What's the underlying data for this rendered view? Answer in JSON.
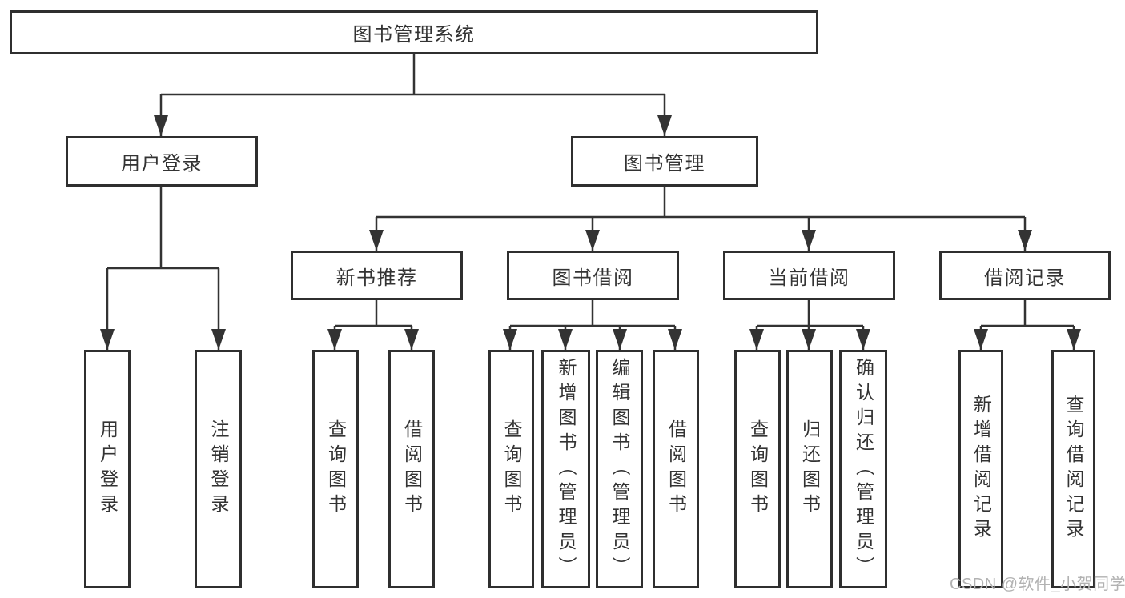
{
  "diagram": {
    "nodes": {
      "root": "图书管理系统",
      "user_login": "用户登录",
      "book_mgmt": "图书管理",
      "new_book_rec": "新书推荐",
      "book_borrow": "图书借阅",
      "current_borrow": "当前借阅",
      "borrow_records": "借阅记录",
      "login": "用户登录",
      "logout": "注销登录",
      "nb_query_books": "查询图书",
      "nb_borrow_books": "借阅图书",
      "bb_query_books": "查询图书",
      "bb_add_books": "新增图书（管理员）",
      "bb_edit_books": "编辑图书（管理员）",
      "bb_borrow_books": "借阅图书",
      "cb_query_books": "查询图书",
      "cb_return_books": "归还图书",
      "cb_confirm_return": "确认归还（管理员）",
      "br_add_record": "新增借阅记录",
      "br_query_record": "查询借阅记录"
    },
    "watermark": "CSDN @软件_小贺同学",
    "colors": {
      "background": "#ffffff",
      "box_border": "#2f2f2f",
      "line": "#333333",
      "text": "#333333",
      "watermark": "#b2b2b2"
    }
  }
}
